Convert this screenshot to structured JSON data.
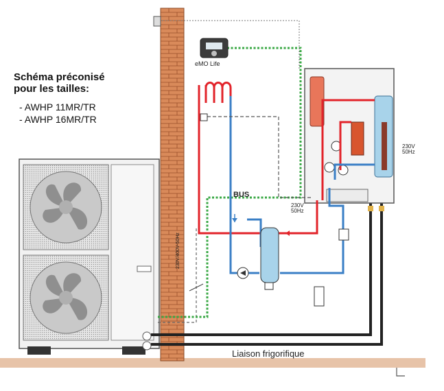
{
  "title": {
    "line1": "Schéma préconisé",
    "line2": "pour les tailles:",
    "models": [
      "- AWHP 11MR/TR",
      "- AWHP 16MR/TR"
    ]
  },
  "labels": {
    "thermostat": "eMO Life",
    "bus": "BUS",
    "power_outdoor": "230V/400V-50Hz",
    "power_indoor": "230V\n50Hz",
    "power_tank": "230V\n50Hz",
    "refrigerant_link": "Liaison frigorifique"
  },
  "colors": {
    "hot_pipe": "#e2232a",
    "cold_pipe": "#3a7fc6",
    "bus_line": "#3aa845",
    "refrigerant": "#222222",
    "wall": "#d98a5a",
    "ground": "#e7c3a8",
    "tank": "#a8d3ea"
  }
}
